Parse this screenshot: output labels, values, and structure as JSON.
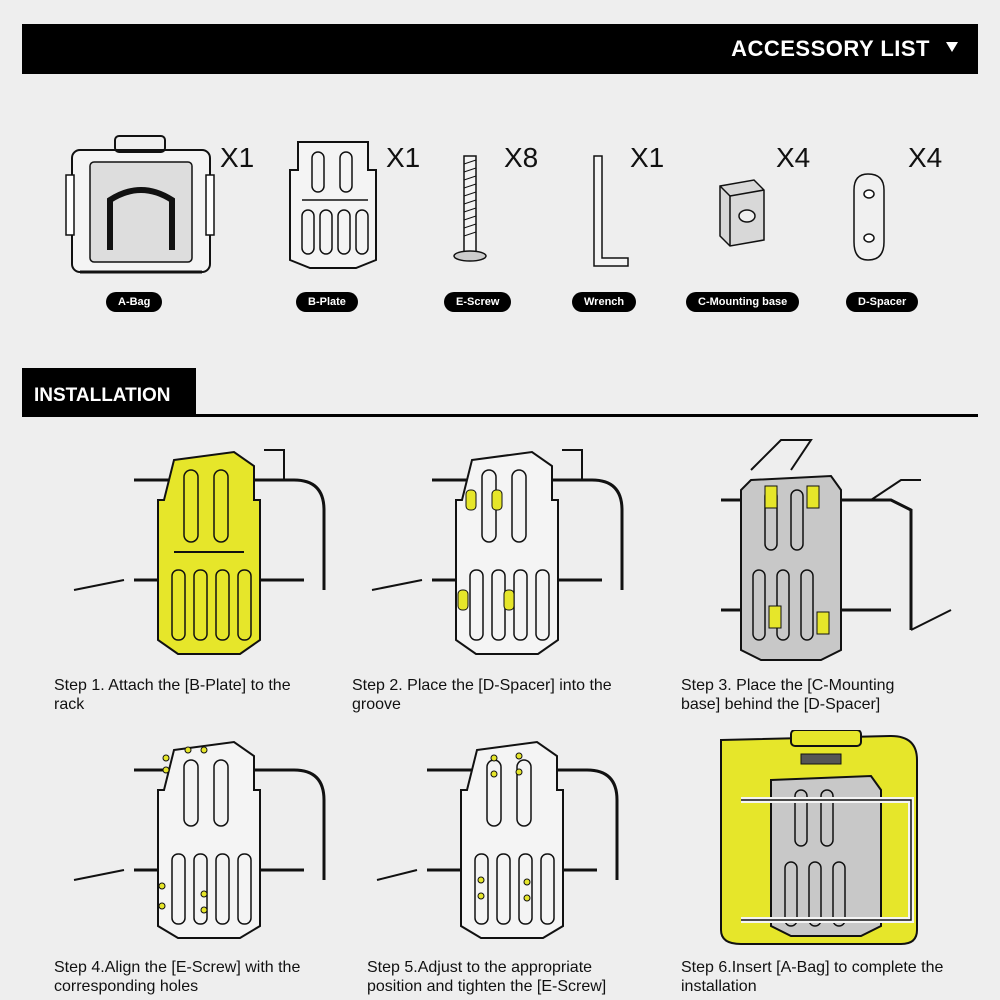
{
  "accessory_list": {
    "title": "ACCESSORY LIST",
    "items": [
      {
        "name": "A-Bag",
        "qty": "X1"
      },
      {
        "name": "B-Plate",
        "qty": "X1"
      },
      {
        "name": "E-Screw",
        "qty": "X8"
      },
      {
        "name": "Wrench",
        "qty": "X1"
      },
      {
        "name": "C-Mounting base",
        "qty": "X4"
      },
      {
        "name": "D-Spacer",
        "qty": "X4"
      }
    ]
  },
  "installation": {
    "title": "INSTALLATION",
    "steps": [
      {
        "line1": "Step 1. Attach the [B-Plate] to the",
        "line2": "rack"
      },
      {
        "line1": "Step 2. Place the [D-Spacer] into the",
        "line2": "groove"
      },
      {
        "line1": "Step 3. Place the [C-Mounting",
        "line2": "base] behind the [D-Spacer]"
      },
      {
        "line1": "Step 4.Align the [E-Screw] with the",
        "line2": "corresponding holes"
      },
      {
        "line1": "Step 5.Adjust to the appropriate",
        "line2": "position and tighten the [E-Screw]"
      },
      {
        "line1": "Step 6.Insert [A-Bag] to complete the",
        "line2": "installation"
      }
    ]
  },
  "colors": {
    "highlight": "#e6e62a",
    "ink": "#111111",
    "bar": "#000000"
  }
}
